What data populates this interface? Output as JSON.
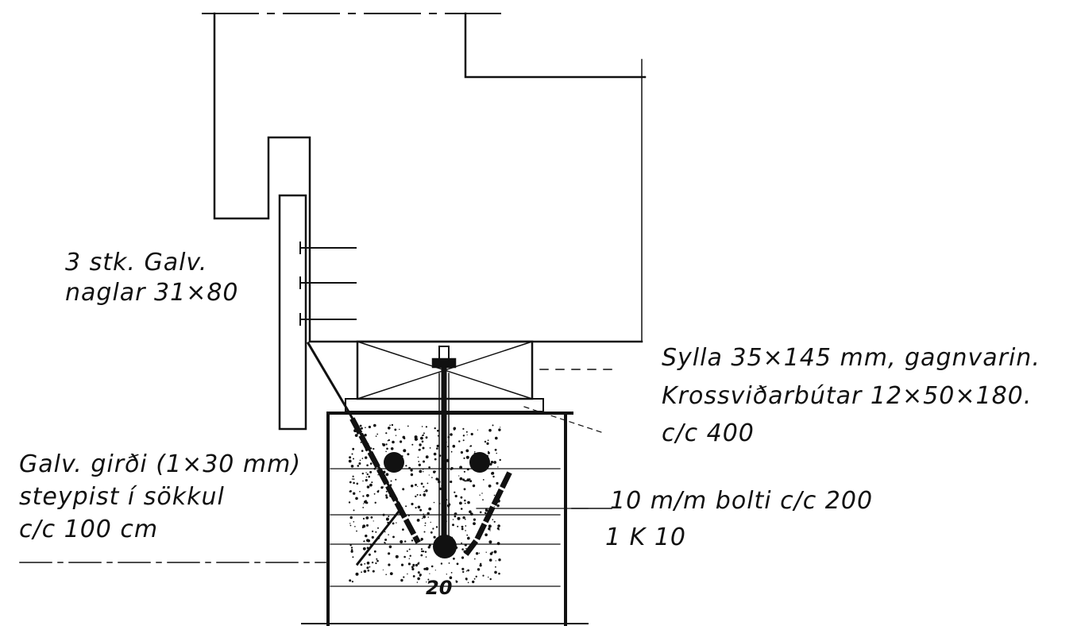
{
  "labels": {
    "nails": [
      "3 stk. Galv.",
      "naglar 31×80"
    ],
    "sill": [
      "Sylla 35×145 mm, gagnvarin.",
      "Krossviðarbútar 12×50×180.",
      "c/c 400"
    ],
    "strap": [
      "Galv. girði (1×30 mm)",
      "steypist í sökkul",
      "c/c 100 cm"
    ],
    "bolt": "10 m/m  bolti  c/c 200",
    "rebar": "1 K 10",
    "dimension": "20"
  },
  "colors": {
    "ink": "#111111",
    "paper": "#ffffff"
  }
}
